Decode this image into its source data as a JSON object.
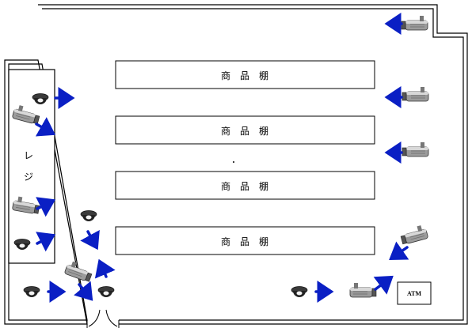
{
  "floor_plan": {
    "shelves": [
      {
        "label": "商　品　棚"
      },
      {
        "label": "商　品　棚"
      },
      {
        "label": "商　品　棚"
      },
      {
        "label": "商　品　棚"
      }
    ],
    "register": {
      "label_1": "レ",
      "label_2": "ジ"
    },
    "atm": {
      "label": "ATM"
    },
    "colors": {
      "arrow": "#0a1fc4",
      "wall": "#000000",
      "camera_body": "#9a9a9a",
      "dome": "#222222"
    },
    "icons": [
      "box-camera-icon",
      "dome-camera-icon",
      "direction-arrow-icon"
    ]
  }
}
